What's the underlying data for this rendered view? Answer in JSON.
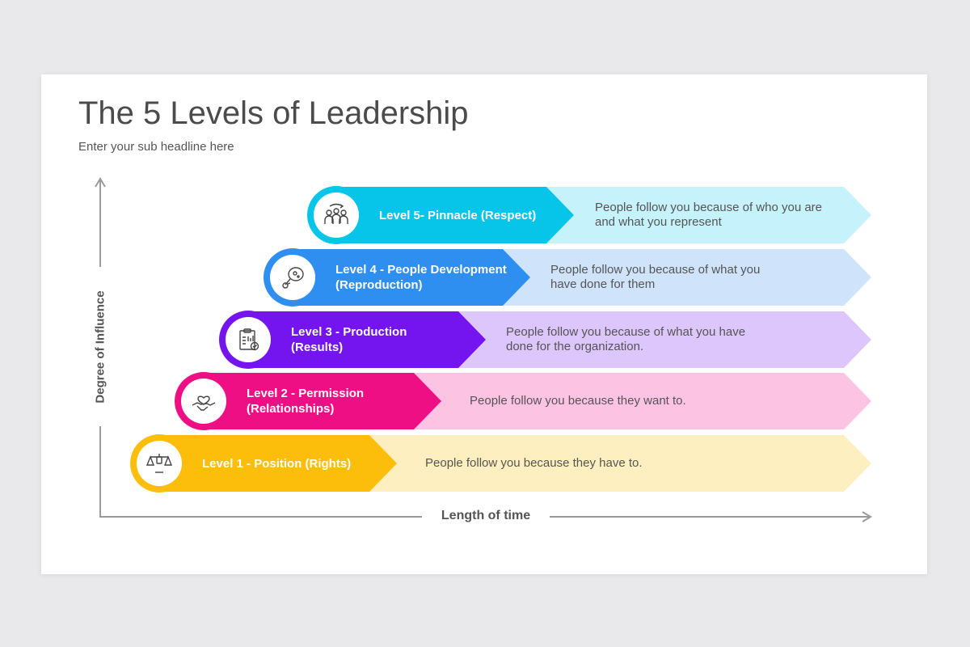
{
  "slide": {
    "title": "The 5 Levels of Leadership",
    "subtitle": "Enter your sub headline here",
    "y_axis_label": "Degree of Influence",
    "x_axis_label": "Length of time"
  },
  "levels": [
    {
      "label_line1": "Level 5- Pinnacle (Respect)",
      "label_line2": "",
      "desc_line1": "People follow you because of who you are",
      "desc_line2": "and what you represent",
      "icon": "team-icon",
      "color": "#06c5e8",
      "light_color": "#c6f2fb"
    },
    {
      "label_line1": "Level 4 - People Development",
      "label_line2": "(Reproduction)",
      "desc_line1": "People follow you because of what you",
      "desc_line2": "have done for them",
      "icon": "cell-division-icon",
      "color": "#2f8ff0",
      "light_color": "#cfe4fb"
    },
    {
      "label_line1": "Level 3 - Production",
      "label_line2": "(Results)",
      "desc_line1": "People follow you because of what you have",
      "desc_line2": "done for the organization.",
      "icon": "report-icon",
      "color": "#7414ee",
      "light_color": "#dcc6fb"
    },
    {
      "label_line1": "Level 2 - Permission",
      "label_line2": "(Relationships)",
      "desc_line1": "People follow you because they want to.",
      "desc_line2": "",
      "icon": "handshake-heart-icon",
      "color": "#ef0f85",
      "light_color": "#fcc4e2"
    },
    {
      "label_line1": "Level 1 - Position (Rights)",
      "label_line2": "",
      "desc_line1": "People follow you because they have to.",
      "desc_line2": "",
      "icon": "scales-icon",
      "color": "#fcbd0b",
      "light_color": "#feefc0"
    }
  ]
}
